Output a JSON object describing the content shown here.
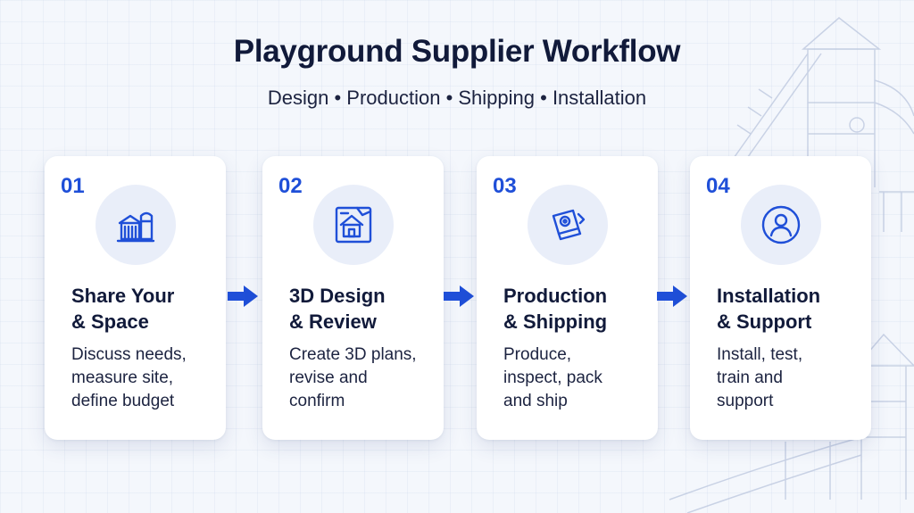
{
  "header": {
    "title": "Playground Supplier Workflow",
    "subtitle": "Design • Production • Shipping • Installation"
  },
  "colors": {
    "accent": "#1f4fd8",
    "heading": "#111a3a",
    "icon_bg": "#e9eef9"
  },
  "steps": [
    {
      "number": "01",
      "icon": "building-silo-icon",
      "title_lines": [
        "Share Your",
        "& Space"
      ],
      "desc_lines": [
        "Discuss needs,",
        "measure site,",
        "define budget"
      ]
    },
    {
      "number": "02",
      "icon": "house-blueprint-icon",
      "title_lines": [
        "3D Design",
        "& Review"
      ],
      "desc_lines": [
        "Create 3D plans,",
        "revise and",
        "confirm"
      ]
    },
    {
      "number": "03",
      "icon": "production-panels-icon",
      "title_lines": [
        "Production",
        "& Shipping"
      ],
      "desc_lines": [
        "Produce,",
        "inspect, pack",
        "and ship"
      ]
    },
    {
      "number": "04",
      "icon": "user-support-icon",
      "title_lines": [
        "Installation",
        "& Support"
      ],
      "desc_lines": [
        "Install, test,",
        "train and",
        "support"
      ]
    }
  ]
}
